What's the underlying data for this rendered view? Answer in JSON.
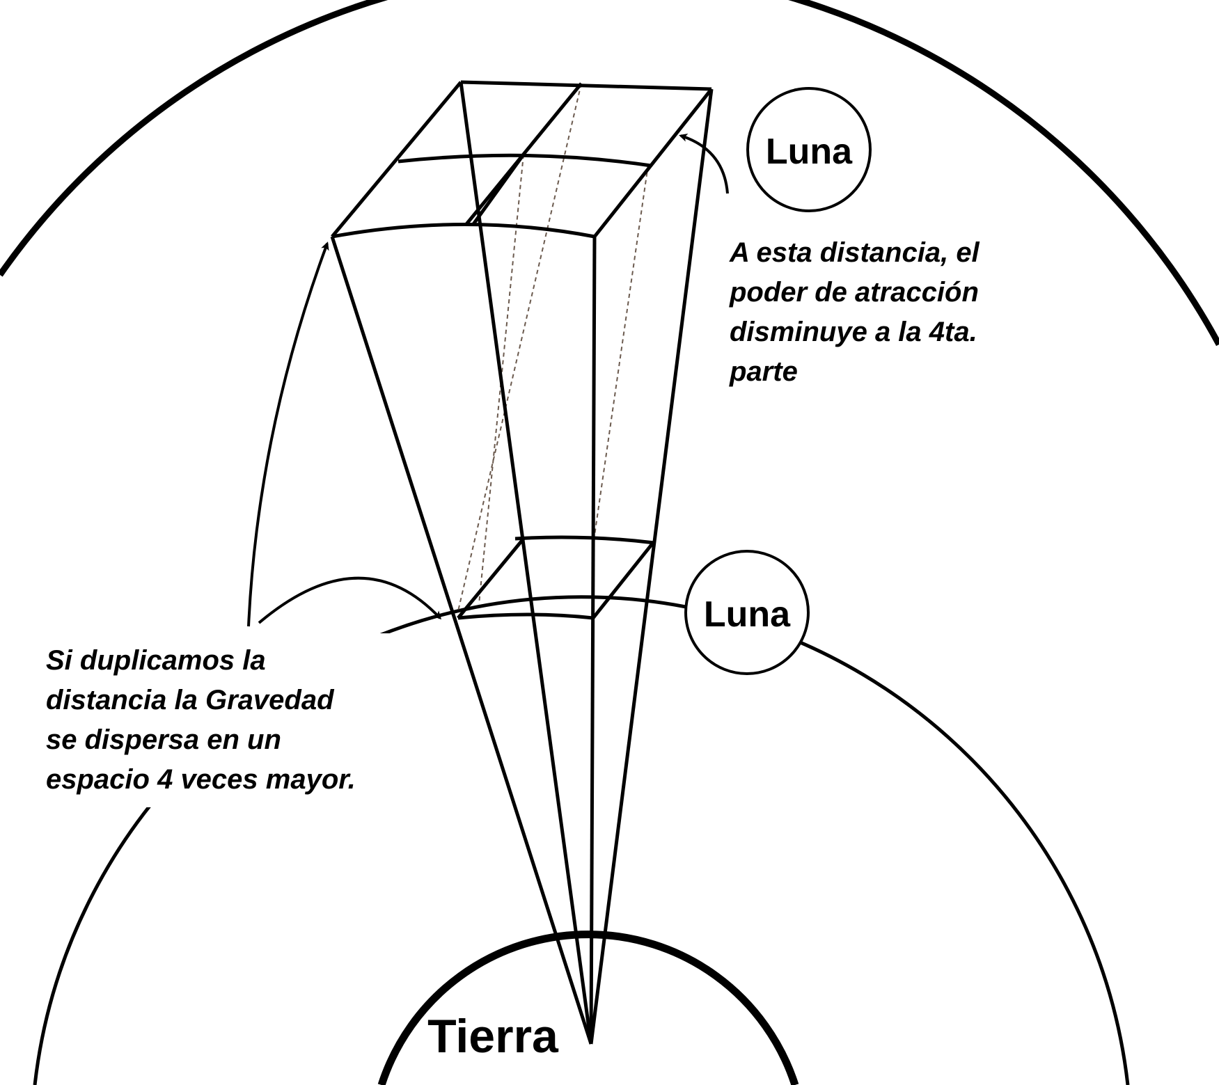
{
  "labels": {
    "earth": "Tierra",
    "moon_far": "Luna",
    "moon_near": "Luna"
  },
  "captions": {
    "far": [
      "A esta distancia, el",
      "poder de atracción",
      "disminuye a la 4ta.",
      "parte"
    ],
    "near": [
      "Si duplicamos la",
      "distancia la Gravedad",
      "se dispersa en un",
      "espacio 4 veces mayor."
    ]
  },
  "colors": {
    "line": "#000000",
    "dashed": "#6b5a4e",
    "background": "#ffffff"
  }
}
